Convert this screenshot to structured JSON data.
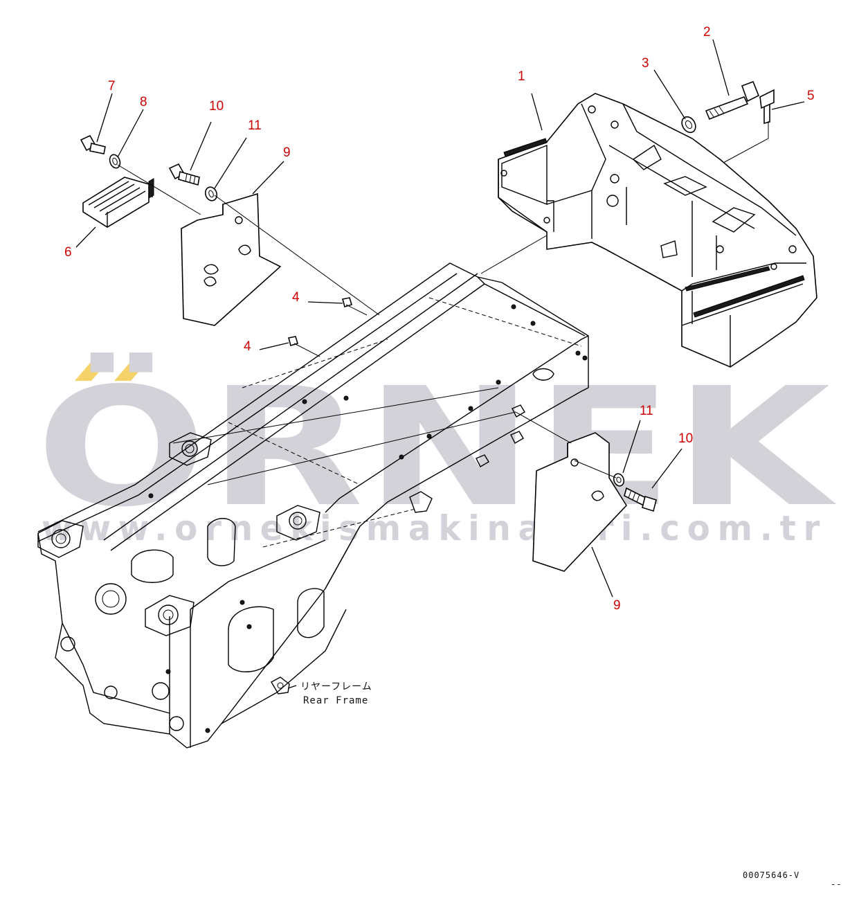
{
  "watermark": {
    "brand": "ÖRNEK",
    "url": "www.ornekismakinalari.com.tr",
    "accent_color": "#f5d36a",
    "text_color": "#d2d2d8"
  },
  "frame_label": {
    "japanese": "リヤーフレーム",
    "english": "Rear Frame"
  },
  "document_id": "00075646-V",
  "corner_mark": "--",
  "callouts": [
    {
      "number": "1",
      "part": "counterweight"
    },
    {
      "number": "2",
      "part": "bolt"
    },
    {
      "number": "3",
      "part": "washer"
    },
    {
      "number": "4",
      "part": "nut-upper"
    },
    {
      "number": "4",
      "part": "nut-lower"
    },
    {
      "number": "5",
      "part": "pin"
    },
    {
      "number": "6",
      "part": "step"
    },
    {
      "number": "7",
      "part": "bolt"
    },
    {
      "number": "8",
      "part": "washer"
    },
    {
      "number": "9",
      "part": "cover-plate-left"
    },
    {
      "number": "9",
      "part": "cover-plate-right"
    },
    {
      "number": "10",
      "part": "bolt-left"
    },
    {
      "number": "10",
      "part": "bolt-right"
    },
    {
      "number": "11",
      "part": "washer-left"
    },
    {
      "number": "11",
      "part": "washer-right"
    }
  ],
  "colors": {
    "callout": "#d00000",
    "lines": "#000000",
    "background": "#ffffff"
  }
}
